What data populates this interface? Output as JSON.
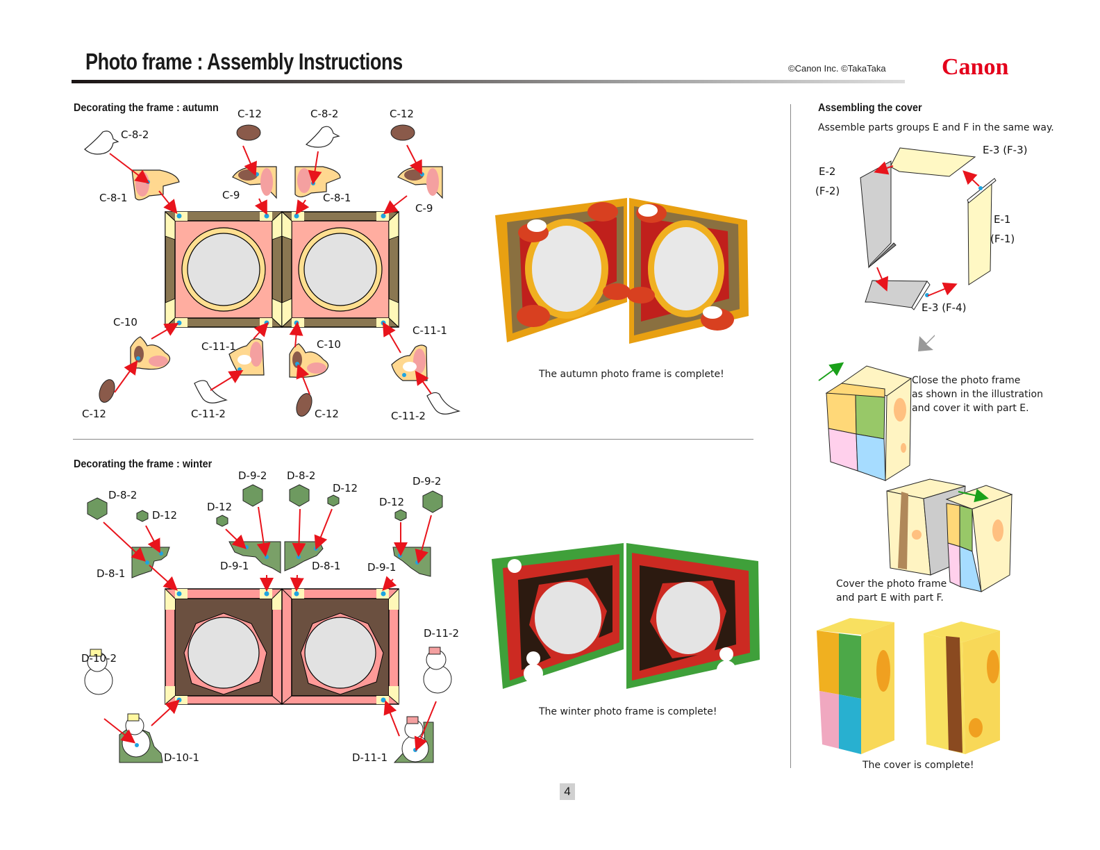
{
  "header": {
    "title": "Photo frame : Assembly Instructions",
    "copyright": "©Canon Inc. ©TakaTaka",
    "logo": "Canon"
  },
  "autumn": {
    "title": "Decorating the frame : autumn",
    "labels": [
      "C-8-2",
      "C-12",
      "C-8-2",
      "C-12",
      "C-8-1",
      "C-9",
      "C-8-1",
      "C-9",
      "C-10",
      "C-11-1",
      "C-10",
      "C-11-1",
      "C-12",
      "C-11-2",
      "C-12",
      "C-11-2"
    ],
    "caption": "The autumn photo frame is complete!"
  },
  "winter": {
    "title": "Decorating the frame : winter",
    "labels": [
      "D-8-2",
      "D-12",
      "D-12",
      "D-9-2",
      "D-8-2",
      "D-12",
      "D-12",
      "D-9-2",
      "D-8-1",
      "D-9-1",
      "D-8-1",
      "D-9-1",
      "D-10-2",
      "D-11-2",
      "D-10-1",
      "D-11-1"
    ],
    "caption": "The winter photo frame is complete!"
  },
  "cover": {
    "title": "Assembling the cover",
    "intro": "Assemble parts groups E and F in the same way.",
    "part_labels": {
      "e3_top": "E-3 (F-3)",
      "e2": "E-2",
      "f2": "(F-2)",
      "e1": "E-1",
      "f1": "(F-1)",
      "e3_bottom": "E-3 (F-4)"
    },
    "step1": [
      "Close the photo frame",
      "as shown in the illustration",
      "and cover it with part E."
    ],
    "step2": [
      "Cover the photo frame",
      "and part E with part F."
    ],
    "caption": "The cover is complete!"
  },
  "footer": {
    "page_number": "4"
  }
}
